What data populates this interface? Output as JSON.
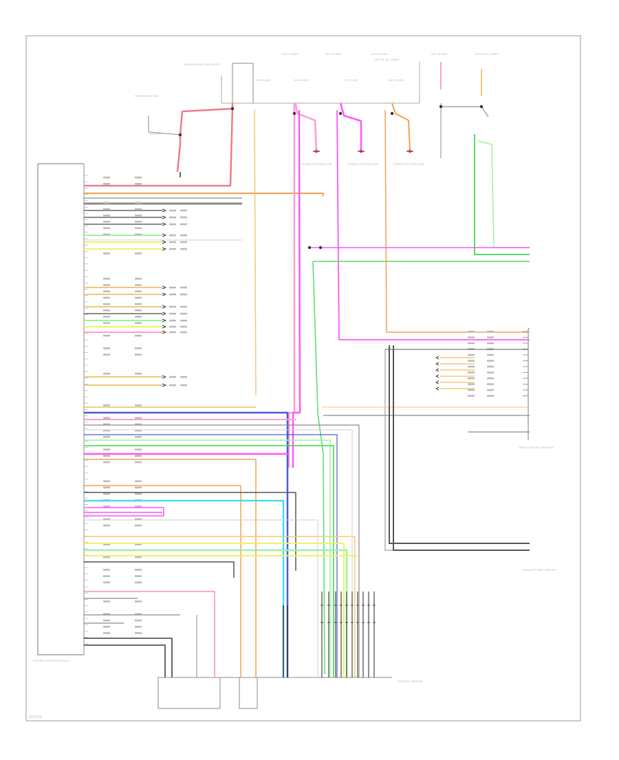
{
  "diagram": {
    "top_labels": [
      "HOT IN RUN",
      "HOT IN RUN",
      "HOT IN RUN",
      "HOT AT ALL TIMES",
      "HOT IN RUN",
      "HOT AT ALL TIMES"
    ],
    "underhood_fuse_block": "UNDERHOOD FUSE BLOCK",
    "fuse_labels": [
      "PCM FUSE",
      "ECM FUSE",
      "ETC FUSE",
      "BATT FUSE"
    ],
    "starter_label": "STARTER MOTOR",
    "battery_label": "BATTERY",
    "ground_labels": [
      "POWER DISTRIBUTION",
      "POWER DISTRIBUTION",
      "POWER DISTRIBUTION"
    ],
    "module_left_label": "ENGINE CONTROL MODULE",
    "module_right_label": "BODY CONTROL MODULE",
    "bottom_right_label": "EXHAUST SENSOR",
    "bottom_left_label": "EXHAUST TEMP SENSOR",
    "footer_code": "W01234",
    "wire_colors": {
      "red": "#f07a8c",
      "pink": "#ff9bd2",
      "magenta": "#ff55ff",
      "orange": "#f5a04a",
      "tan": "#f5c57a",
      "green": "#55dd66",
      "lightgreen": "#9df29d",
      "blue": "#4a5bd6",
      "cyan": "#44ddee",
      "yellow": "#f0ef6a",
      "gray": "#8a8a8a",
      "black": "#333333"
    }
  }
}
